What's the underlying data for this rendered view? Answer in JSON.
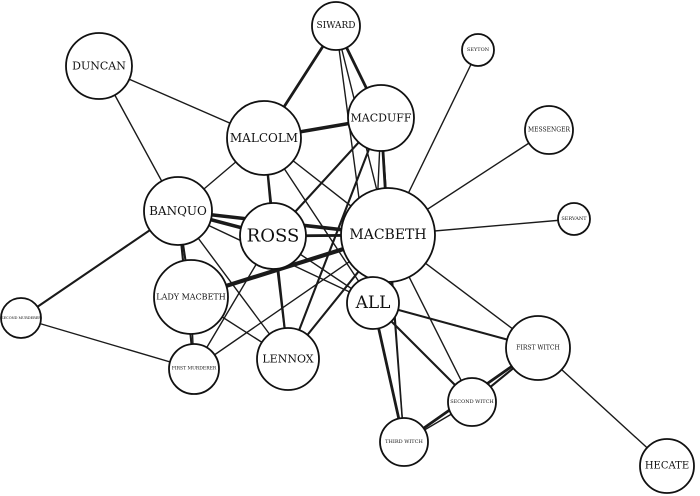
{
  "network": {
    "nodes": [
      {
        "id": "macbeth",
        "label": "MACBETH"
      },
      {
        "id": "ross",
        "label": "ROSS"
      },
      {
        "id": "malcolm",
        "label": "MALCOLM"
      },
      {
        "id": "macduff",
        "label": "MACDUFF"
      },
      {
        "id": "banquo",
        "label": "BANQUO"
      },
      {
        "id": "lady_macbeth",
        "label": "LADY MACBETH"
      },
      {
        "id": "all",
        "label": "ALL"
      },
      {
        "id": "lennox",
        "label": "LENNOX"
      },
      {
        "id": "duncan",
        "label": "DUNCAN"
      },
      {
        "id": "siward",
        "label": "SIWARD"
      },
      {
        "id": "first_witch",
        "label": "FIRST WITCH"
      },
      {
        "id": "second_witch",
        "label": "SECOND WITCH"
      },
      {
        "id": "third_witch",
        "label": "THIRD WITCH"
      },
      {
        "id": "hecate",
        "label": "HECATE"
      },
      {
        "id": "messenger",
        "label": "MESSENGER"
      },
      {
        "id": "seyton",
        "label": "SEYTON"
      },
      {
        "id": "servant",
        "label": "SERVANT"
      },
      {
        "id": "first_murderer",
        "label": "FIRST MURDERER"
      },
      {
        "id": "second_murderer",
        "label": "SECOND MURDERER"
      }
    ],
    "edges": [
      {
        "source": "malcolm",
        "target": "macduff",
        "weight": 4
      },
      {
        "source": "siward",
        "target": "malcolm",
        "weight": 3
      },
      {
        "source": "siward",
        "target": "macduff",
        "weight": 3
      },
      {
        "source": "siward",
        "target": "macbeth",
        "weight": 1
      },
      {
        "source": "siward",
        "target": "all",
        "weight": 1
      },
      {
        "source": "duncan",
        "target": "malcolm",
        "weight": 1
      },
      {
        "source": "duncan",
        "target": "banquo",
        "weight": 1
      },
      {
        "source": "malcolm",
        "target": "banquo",
        "weight": 1
      },
      {
        "source": "malcolm",
        "target": "ross",
        "weight": 1
      },
      {
        "source": "malcolm",
        "target": "lennox",
        "weight": 2
      },
      {
        "source": "malcolm",
        "target": "macbeth",
        "weight": 1
      },
      {
        "source": "malcolm",
        "target": "all",
        "weight": 1
      },
      {
        "source": "macduff",
        "target": "ross",
        "weight": 2
      },
      {
        "source": "macduff",
        "target": "macbeth",
        "weight": 3
      },
      {
        "source": "macduff",
        "target": "all",
        "weight": 1
      },
      {
        "source": "macduff",
        "target": "lennox",
        "weight": 2
      },
      {
        "source": "macduff",
        "target": "third_witch",
        "weight": 1
      },
      {
        "source": "seyton",
        "target": "macbeth",
        "weight": 1
      },
      {
        "source": "messenger",
        "target": "macbeth",
        "weight": 1
      },
      {
        "source": "servant",
        "target": "macbeth",
        "weight": 1
      },
      {
        "source": "banquo",
        "target": "ross",
        "weight": 4
      },
      {
        "source": "banquo",
        "target": "macbeth",
        "weight": 4
      },
      {
        "source": "banquo",
        "target": "lady_macbeth",
        "weight": 2
      },
      {
        "source": "banquo",
        "target": "first_murderer",
        "weight": 2
      },
      {
        "source": "banquo",
        "target": "second_murderer",
        "weight": 2
      },
      {
        "source": "banquo",
        "target": "lennox",
        "weight": 1
      },
      {
        "source": "banquo",
        "target": "all",
        "weight": 1
      },
      {
        "source": "ross",
        "target": "macbeth",
        "weight": 3
      },
      {
        "source": "ross",
        "target": "lennox",
        "weight": 1
      },
      {
        "source": "ross",
        "target": "all",
        "weight": 1
      },
      {
        "source": "ross",
        "target": "first_murderer",
        "weight": 1
      },
      {
        "source": "lady_macbeth",
        "target": "macbeth",
        "weight": 5
      },
      {
        "source": "lady_macbeth",
        "target": "lennox",
        "weight": 1
      },
      {
        "source": "lady_macbeth",
        "target": "first_murderer",
        "weight": 1
      },
      {
        "source": "macbeth",
        "target": "all",
        "weight": 1
      },
      {
        "source": "macbeth",
        "target": "lennox",
        "weight": 2
      },
      {
        "source": "macbeth",
        "target": "first_witch",
        "weight": 1
      },
      {
        "source": "macbeth",
        "target": "second_witch",
        "weight": 1
      },
      {
        "source": "macbeth",
        "target": "third_witch",
        "weight": 1
      },
      {
        "source": "macbeth",
        "target": "first_murderer",
        "weight": 1
      },
      {
        "source": "all",
        "target": "first_witch",
        "weight": 2
      },
      {
        "source": "all",
        "target": "second_witch",
        "weight": 2
      },
      {
        "source": "all",
        "target": "third_witch",
        "weight": 3
      },
      {
        "source": "first_witch",
        "target": "second_witch",
        "weight": 2
      },
      {
        "source": "first_witch",
        "target": "third_witch",
        "weight": 3
      },
      {
        "source": "second_witch",
        "target": "third_witch",
        "weight": 1
      },
      {
        "source": "first_witch",
        "target": "hecate",
        "weight": 1
      },
      {
        "source": "first_murderer",
        "target": "second_murderer",
        "weight": 1
      }
    ]
  }
}
